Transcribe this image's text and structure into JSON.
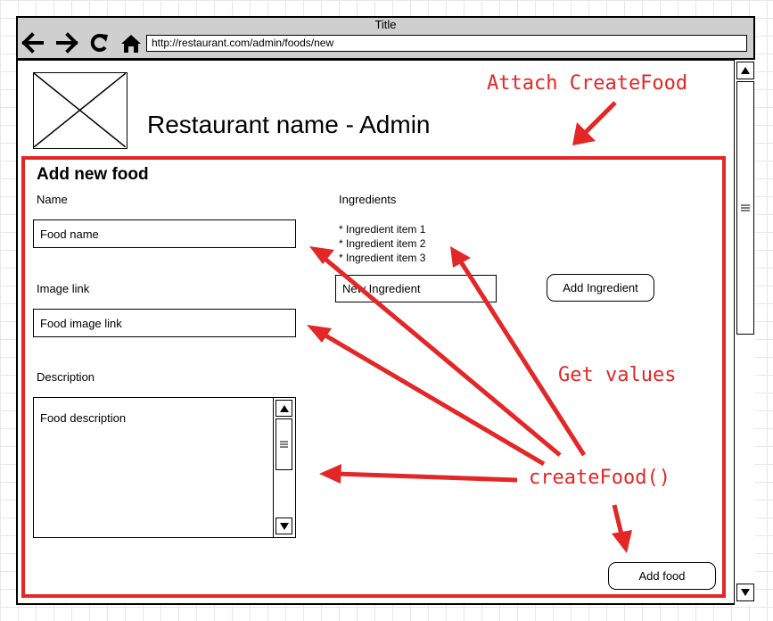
{
  "window": {
    "title": "Title",
    "url": "http://restaurant.com/admin/foods/new",
    "nav_icons": [
      "back-arrow-icon",
      "forward-arrow-icon",
      "refresh-icon",
      "home-icon"
    ]
  },
  "page": {
    "logo_icon": "image-placeholder-icon",
    "heading": "Restaurant name - Admin"
  },
  "form": {
    "title": "Add new food",
    "name_label": "Name",
    "name_placeholder": "Food name",
    "image_label": "Image link",
    "image_placeholder": "Food image link",
    "description_label": "Description",
    "description_placeholder": "Food description",
    "ingredients_label": "Ingredients",
    "ingredients": [
      "* Ingredient item 1",
      "* Ingredient item 2",
      "* Ingredient item 3"
    ],
    "new_ingredient_placeholder": "New Ingredient",
    "add_ingredient_label": "Add Ingredient",
    "add_food_label": "Add food"
  },
  "annotations": {
    "attach": "Attach CreateFood",
    "get_values": "Get values",
    "function": "createFood()"
  },
  "colors": {
    "annotation": "#e32626",
    "titlebar": "#cfcfcf"
  }
}
